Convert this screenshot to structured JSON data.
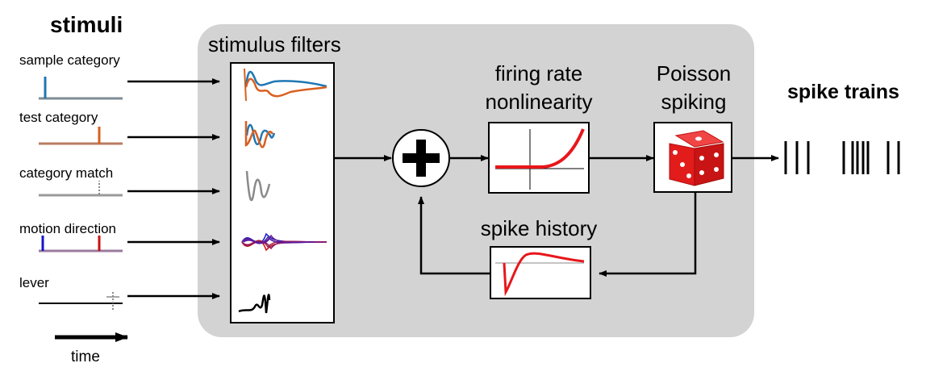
{
  "stimuli_title": "stimuli",
  "stimuli": [
    {
      "label": "sample category"
    },
    {
      "label": "test category"
    },
    {
      "label": "category match"
    },
    {
      "label": "motion direction"
    },
    {
      "label": "lever"
    }
  ],
  "time_label": "time",
  "filters_title": "stimulus filters",
  "nonlinearity_title": [
    "firing rate",
    "nonlinearity"
  ],
  "poisson_title": [
    "Poisson",
    "spiking"
  ],
  "history_title": "spike history",
  "output_title": "spike trains",
  "colors": {
    "panel": "#d3d3d3",
    "blue": "#1f77b4",
    "orange": "#d95f1f",
    "gray": "#8a8a8a",
    "red": "#e8161b",
    "dark_blue": "#1515c8",
    "dark_red": "#c81010"
  }
}
